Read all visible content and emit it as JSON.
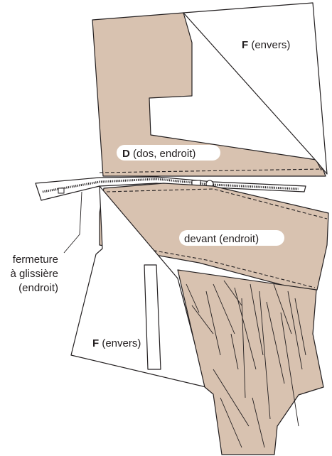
{
  "colors": {
    "fabric": "#d8c2b0",
    "interfacing": "#ffffff",
    "line": "#231f20"
  },
  "labels": {
    "facing_top": {
      "bold": "F",
      "text": " (envers)"
    },
    "back": {
      "bold": "D",
      "text": " (dos, endroit)"
    },
    "front": "devant (endroit)",
    "facing_bottom": {
      "bold": "F",
      "text": " (envers)"
    },
    "zipper": [
      "fermeture",
      "à glissière",
      "(endroit)"
    ]
  }
}
